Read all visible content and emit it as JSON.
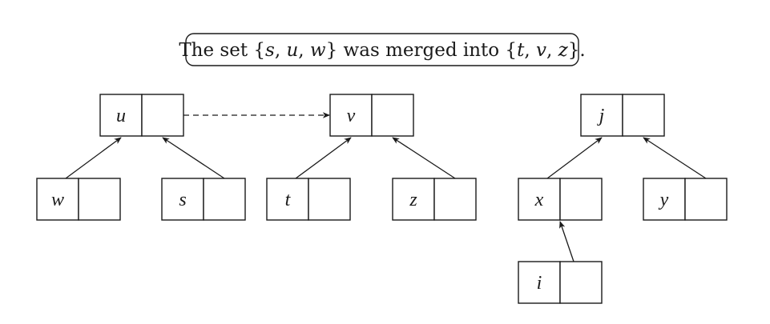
{
  "caption": {
    "parts": [
      {
        "text": "The set {",
        "italic": false
      },
      {
        "text": "s",
        "italic": true
      },
      {
        "text": ", ",
        "italic": false
      },
      {
        "text": "u",
        "italic": true
      },
      {
        "text": ", ",
        "italic": false
      },
      {
        "text": "w",
        "italic": true
      },
      {
        "text": "} was merged into {",
        "italic": false
      },
      {
        "text": "t",
        "italic": true
      },
      {
        "text": ", ",
        "italic": false
      },
      {
        "text": "v",
        "italic": true
      },
      {
        "text": ", ",
        "italic": false
      },
      {
        "text": "z",
        "italic": true
      },
      {
        "text": "}.",
        "italic": false
      }
    ]
  },
  "nodes": [
    {
      "id": "u",
      "label": "u"
    },
    {
      "id": "v",
      "label": "v"
    },
    {
      "id": "j",
      "label": "j"
    },
    {
      "id": "w",
      "label": "w"
    },
    {
      "id": "s",
      "label": "s"
    },
    {
      "id": "t",
      "label": "t"
    },
    {
      "id": "z",
      "label": "z"
    },
    {
      "id": "x",
      "label": "x"
    },
    {
      "id": "y",
      "label": "y"
    },
    {
      "id": "i",
      "label": "i"
    }
  ],
  "edges": [
    {
      "from": "w",
      "to": "u",
      "style": "solid"
    },
    {
      "from": "s",
      "to": "u",
      "style": "solid"
    },
    {
      "from": "t",
      "to": "v",
      "style": "solid"
    },
    {
      "from": "z",
      "to": "v",
      "style": "solid"
    },
    {
      "from": "x",
      "to": "j",
      "style": "solid"
    },
    {
      "from": "y",
      "to": "j",
      "style": "solid"
    },
    {
      "from": "i",
      "to": "x",
      "style": "solid"
    },
    {
      "from": "u",
      "to": "v",
      "style": "dashed"
    }
  ]
}
